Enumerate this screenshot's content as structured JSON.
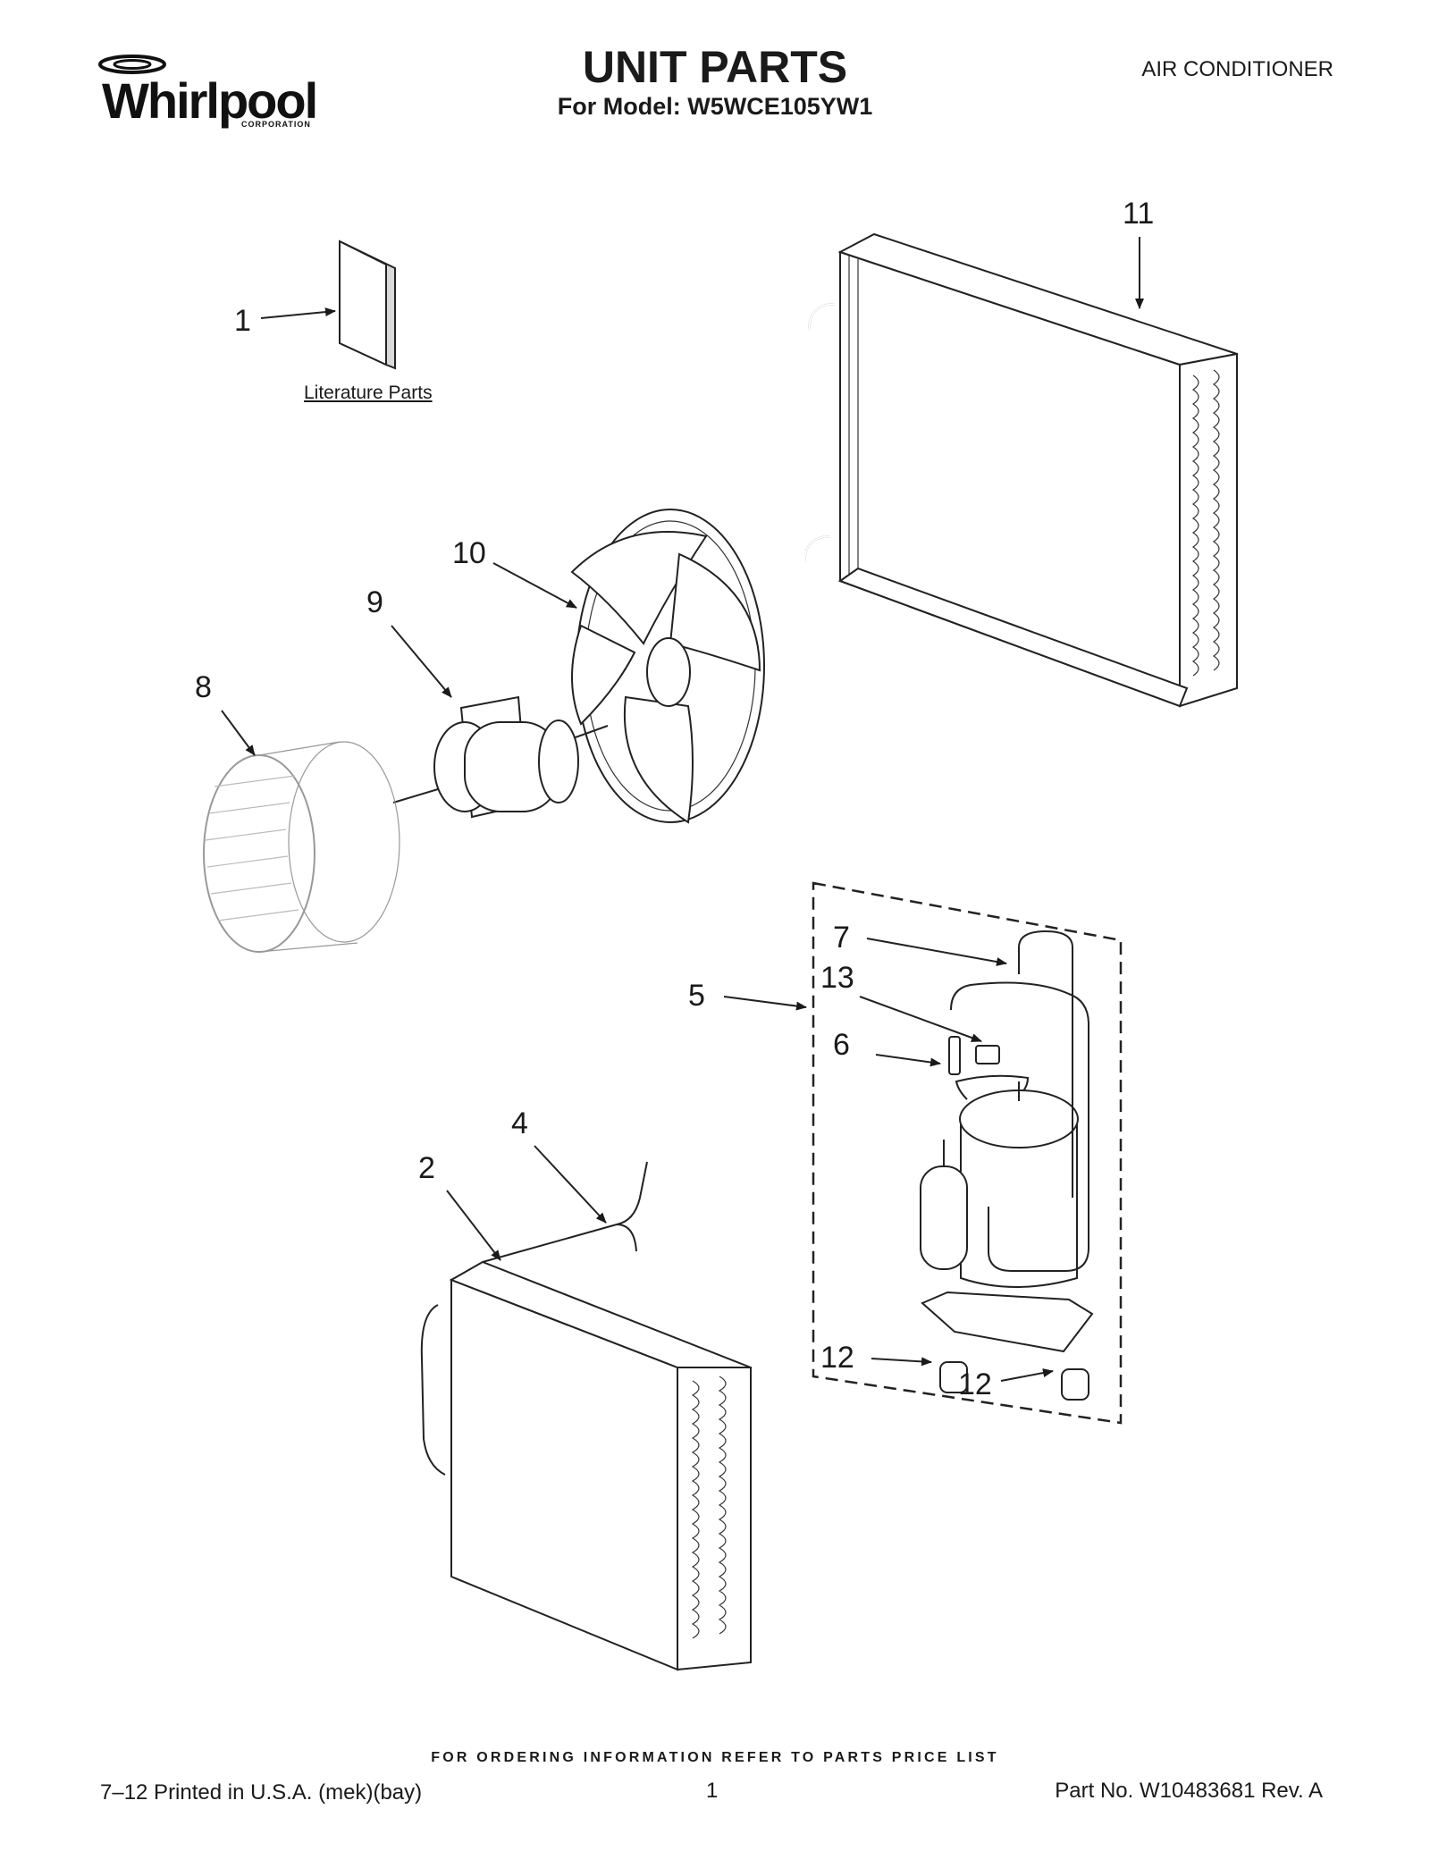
{
  "brand": {
    "name": "Whirlpool",
    "sub": "CORPORATION"
  },
  "header": {
    "title": "UNIT PARTS",
    "model_line": "For Model: W5WCE105YW1",
    "category": "AIR CONDITIONER"
  },
  "literature_label": "Literature Parts",
  "callouts": {
    "c1": "1",
    "c2": "2",
    "c4": "4",
    "c5": "5",
    "c6": "6",
    "c7": "7",
    "c8": "8",
    "c9": "9",
    "c10": "10",
    "c11": "11",
    "c12a": "12",
    "c12b": "12",
    "c13": "13"
  },
  "footer": {
    "ordering_note": "FOR ORDERING INFORMATION REFER TO PARTS PRICE LIST",
    "printed": "7–12 Printed in U.S.A. (mek)(bay)",
    "page": "1",
    "part_no": "Part No. W10483681 Rev. A"
  }
}
